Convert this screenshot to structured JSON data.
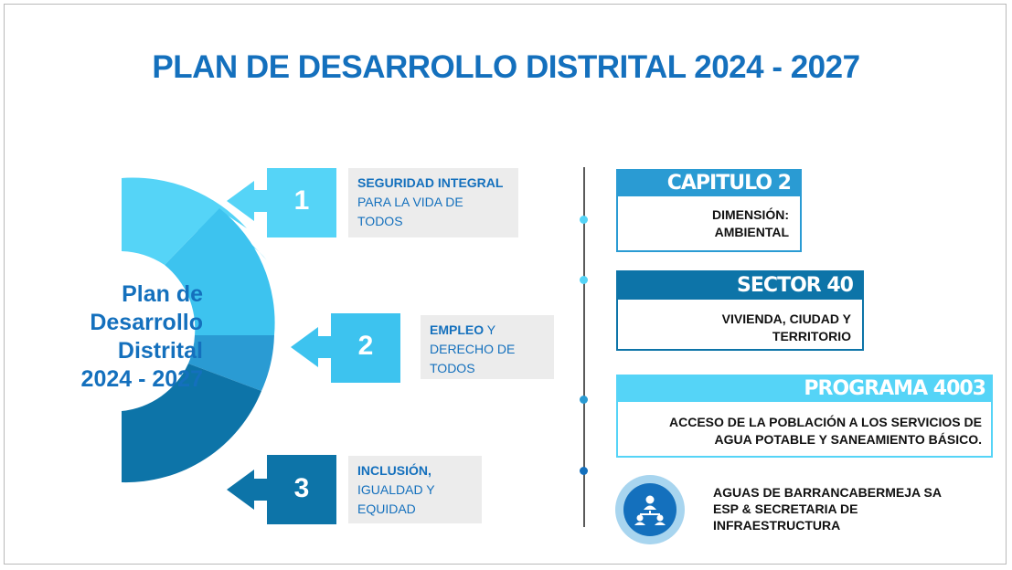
{
  "title": "PLAN DE DESARROLLO DISTRITAL 2024 - 2027",
  "center_label": [
    "Plan de",
    "Desarrollo",
    "Distrital",
    "2024 - 2027"
  ],
  "colors": {
    "title": "#1470bd",
    "light": "#55d4f7",
    "mid": "#36b5e6",
    "mid2": "#2a9bd3",
    "dark": "#0d74a8"
  },
  "pillars": [
    {
      "number": "1",
      "bold": "SEGURIDAD INTEGRAL",
      "rest": " PARA LA VIDA DE TODOS"
    },
    {
      "number": "2",
      "bold": "EMPLEO",
      "rest": " Y DERECHO DE TODOS"
    },
    {
      "number": "3",
      "bold": "INCLUSIÓN,",
      "rest": " IGUALDAD Y EQUIDAD"
    }
  ],
  "boxes": [
    {
      "header": "CAPITULO 2",
      "lines": [
        "DIMENSIÓN:",
        "AMBIENTAL"
      ]
    },
    {
      "header": "SECTOR 40",
      "lines": [
        "VIVIENDA, CIUDAD Y",
        "TERRITORIO"
      ]
    },
    {
      "header": "PROGRAMA 4003",
      "lines": [
        "ACCESO DE LA POBLACIÓN A LOS SERVICIOS DE",
        "AGUA POTABLE Y SANEAMIENTO BÁSICO."
      ]
    }
  ],
  "org": {
    "lines": [
      "AGUAS DE BARRANCABERMEJA SA",
      "ESP & SECRETARIA DE",
      "INFRAESTRUCTURA"
    ],
    "icon": "people-network-icon"
  }
}
